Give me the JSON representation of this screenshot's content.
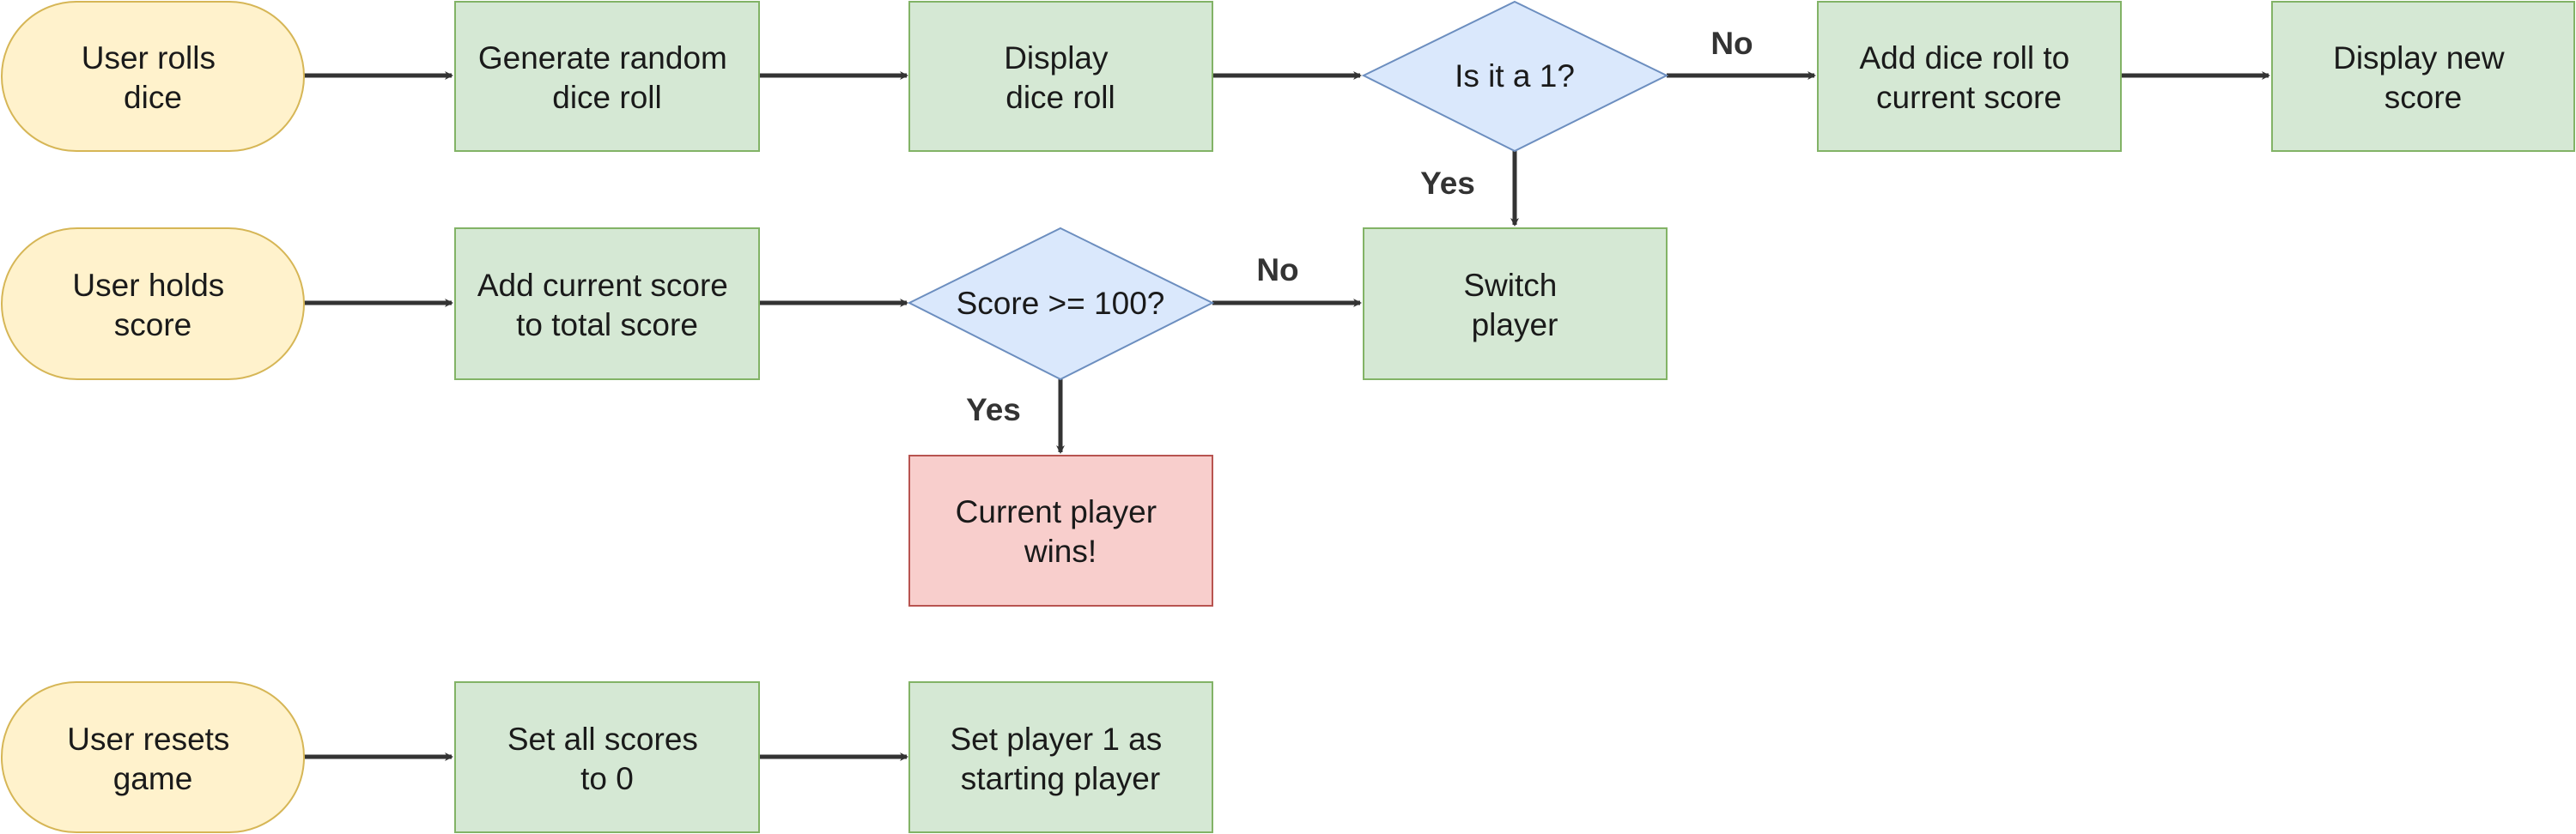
{
  "colors": {
    "start_fill": "#fff2cc",
    "start_stroke": "#d6b656",
    "process_fill": "#d5e8d4",
    "process_stroke": "#82b366",
    "decision_fill": "#dae8fc",
    "decision_stroke": "#6c8ebf",
    "end_fill": "#f8cecc",
    "end_stroke": "#b85450",
    "arrow": "#333333"
  },
  "nodes": {
    "roll": {
      "line1": "User rolls",
      "line2": "dice"
    },
    "generate": {
      "line1": "Generate random",
      "line2": "dice roll"
    },
    "display": {
      "line1": "Display",
      "line2": "dice roll"
    },
    "is_one": {
      "line1": "Is it a 1?"
    },
    "add_roll": {
      "line1": "Add dice roll to",
      "line2": "current score"
    },
    "show_new": {
      "line1": "Display new",
      "line2": "score"
    },
    "hold": {
      "line1": "User holds",
      "line2": "score"
    },
    "add_total": {
      "line1": "Add current score",
      "line2": "to total score"
    },
    "check_100": {
      "line1": "Score >= 100?"
    },
    "switch": {
      "line1": "Switch",
      "line2": "player"
    },
    "wins": {
      "line1": "Current player",
      "line2": "wins!"
    },
    "reset": {
      "line1": "User resets",
      "line2": "game"
    },
    "zero": {
      "line1": "Set all scores",
      "line2": "to 0"
    },
    "first": {
      "line1": "Set player 1 as",
      "line2": "starting player"
    }
  },
  "edge_labels": {
    "is_one_no": "No",
    "is_one_yes": "Yes",
    "check_100_no": "No",
    "check_100_yes": "Yes"
  }
}
